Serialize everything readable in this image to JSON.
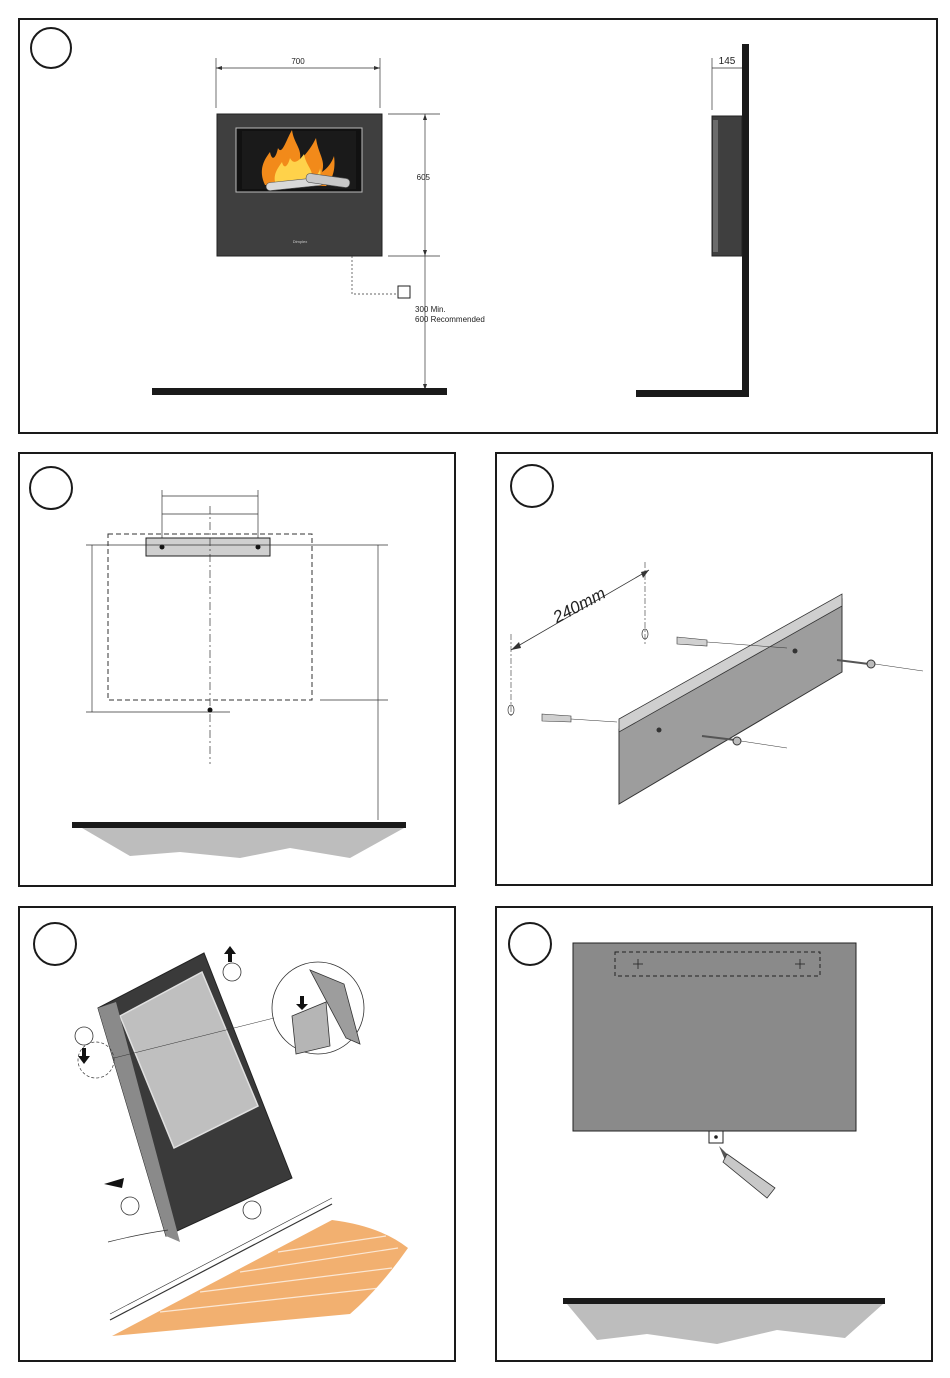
{
  "panel1": {
    "width_label": "700",
    "height_label": "605",
    "depth_label": "145",
    "clearance_line1": "300 Min.",
    "clearance_line2": "600 Recommended",
    "brand_mark": "Dimplex"
  },
  "panel3": {
    "spacing_label": "240mm"
  },
  "colors": {
    "fire_body": "#3f3f3f",
    "wall_plate": "#8a8a8a",
    "floor_wood": "#f2b070",
    "outline": "#1a1a1a"
  }
}
